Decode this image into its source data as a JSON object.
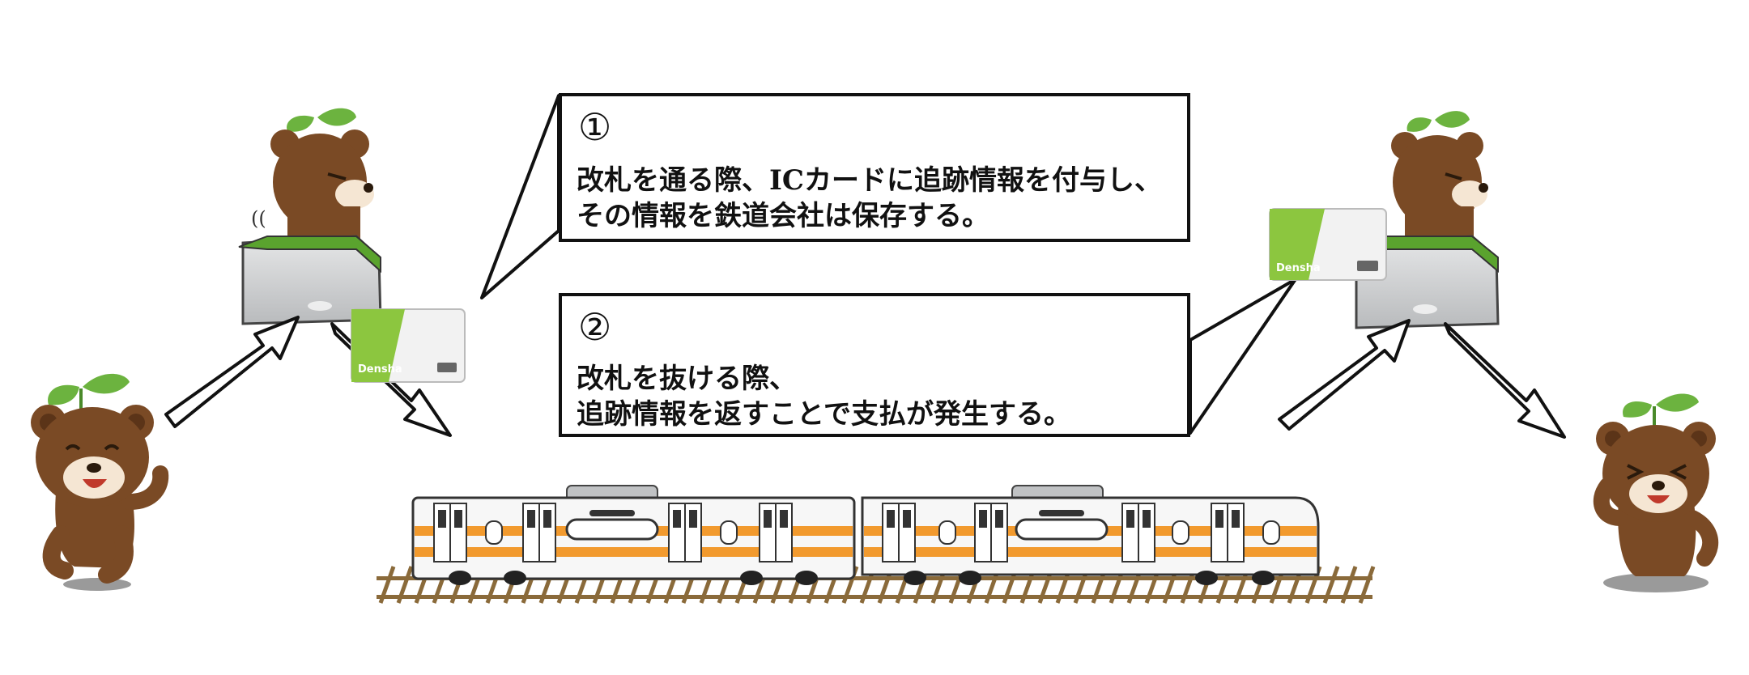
{
  "callouts": [
    {
      "number": "①",
      "lines": [
        "改札を通る際、ICカードに追跡情報を付与し、",
        "その情報を鉄道会社は保存する。"
      ]
    },
    {
      "number": "②",
      "lines": [
        "改札を抜ける際、",
        "追跡情報を返すことで支払が発生する。"
      ]
    }
  ],
  "card": {
    "brand": "Densha"
  },
  "colors": {
    "bear": "#7a4a25",
    "bear_dark": "#5b3418",
    "leaf": "#6cb33f",
    "gate": "#c7c9cb",
    "gate_accent": "#5aa32e",
    "card_green": "#8cc63f",
    "train_orange": "#f29a2e",
    "rail_brown": "#8a6a3a"
  },
  "icons": [
    "bear-character",
    "ticket-gate",
    "ic-card",
    "arrow",
    "train",
    "rail-track"
  ]
}
